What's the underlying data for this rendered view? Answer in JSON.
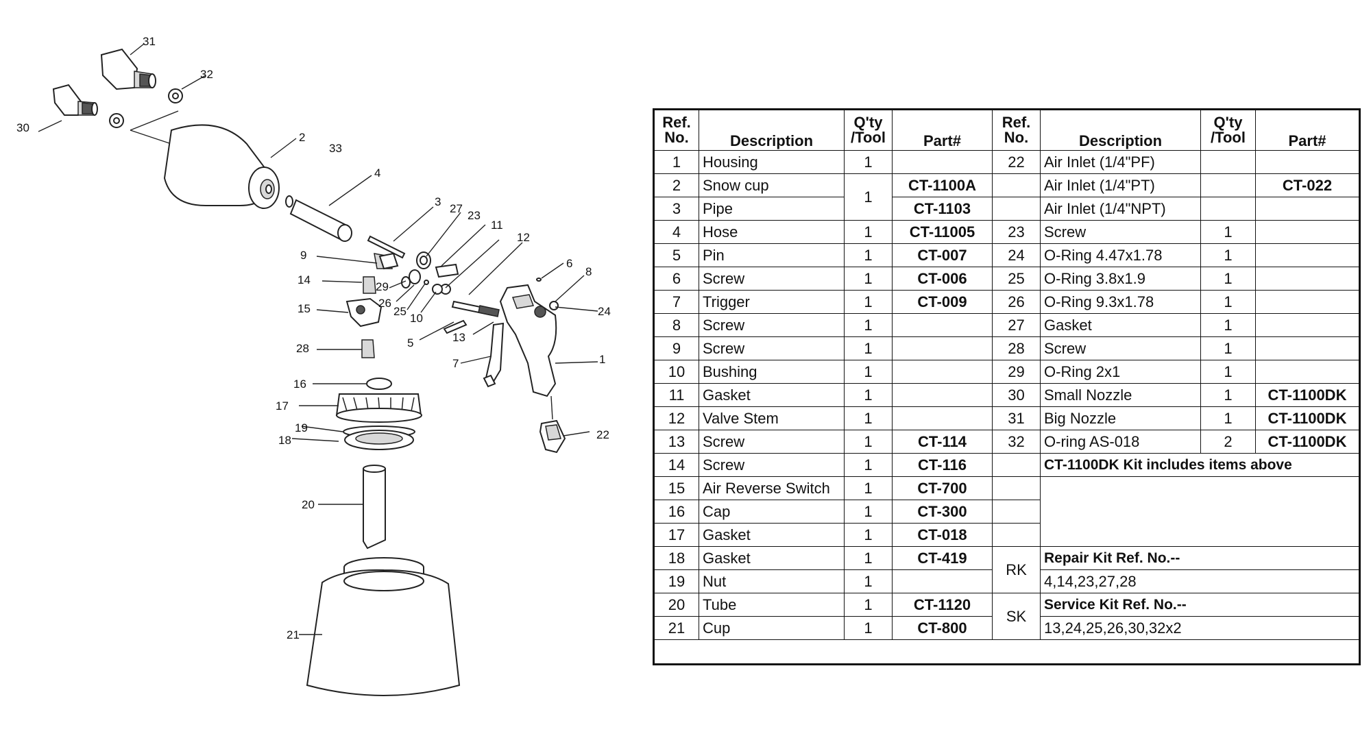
{
  "diagram": {
    "callouts": [
      {
        "id": "30",
        "text": "30"
      },
      {
        "id": "31",
        "text": "31"
      },
      {
        "id": "32",
        "text": "32"
      },
      {
        "id": "2",
        "text": "2"
      },
      {
        "id": "33",
        "text": "33"
      },
      {
        "id": "4",
        "text": "4"
      },
      {
        "id": "3",
        "text": "3"
      },
      {
        "id": "27",
        "text": "27"
      },
      {
        "id": "23",
        "text": "23"
      },
      {
        "id": "11",
        "text": "11"
      },
      {
        "id": "12",
        "text": "12"
      },
      {
        "id": "6",
        "text": "6"
      },
      {
        "id": "8",
        "text": "8"
      },
      {
        "id": "9",
        "text": "9"
      },
      {
        "id": "14",
        "text": "14"
      },
      {
        "id": "29",
        "text": "29"
      },
      {
        "id": "26",
        "text": "26"
      },
      {
        "id": "25",
        "text": "25"
      },
      {
        "id": "10",
        "text": "10"
      },
      {
        "id": "24",
        "text": "24"
      },
      {
        "id": "15",
        "text": "15"
      },
      {
        "id": "5",
        "text": "5"
      },
      {
        "id": "13",
        "text": "13"
      },
      {
        "id": "28",
        "text": "28"
      },
      {
        "id": "7",
        "text": "7"
      },
      {
        "id": "1",
        "text": "1"
      },
      {
        "id": "16",
        "text": "16"
      },
      {
        "id": "17",
        "text": "17"
      },
      {
        "id": "19",
        "text": "19"
      },
      {
        "id": "18",
        "text": "18"
      },
      {
        "id": "22",
        "text": "22"
      },
      {
        "id": "20",
        "text": "20"
      },
      {
        "id": "21",
        "text": "21"
      }
    ]
  },
  "table": {
    "header": {
      "left": {
        "ref": "Ref.\nNo.",
        "desc": "Description",
        "qty": "Q'ty\n/Tool",
        "part": "Part#"
      },
      "right": {
        "ref": "Ref.\nNo.",
        "desc": "Description",
        "qty": "Q'ty\n/Tool",
        "part": "Part#"
      }
    },
    "left_rows": [
      {
        "ref": "1",
        "desc": "Housing",
        "qty": "1",
        "part": ""
      },
      {
        "ref": "2",
        "desc": "Snow cup",
        "qty": "1",
        "part": "CT-1100A"
      },
      {
        "ref": "3",
        "desc": "Pipe",
        "qty": "",
        "part": "CT-1103"
      },
      {
        "ref": "4",
        "desc": "Hose",
        "qty": "1",
        "part": "CT-11005"
      },
      {
        "ref": "5",
        "desc": "Pin",
        "qty": "1",
        "part": "CT-007"
      },
      {
        "ref": "6",
        "desc": "Screw",
        "qty": "1",
        "part": "CT-006"
      },
      {
        "ref": "7",
        "desc": "Trigger",
        "qty": "1",
        "part": "CT-009"
      },
      {
        "ref": "8",
        "desc": "Screw",
        "qty": "1",
        "part": ""
      },
      {
        "ref": "9",
        "desc": "Screw",
        "qty": "1",
        "part": ""
      },
      {
        "ref": "10",
        "desc": "Bushing",
        "qty": "1",
        "part": ""
      },
      {
        "ref": "11",
        "desc": "Gasket",
        "qty": "1",
        "part": ""
      },
      {
        "ref": "12",
        "desc": "Valve Stem",
        "qty": "1",
        "part": ""
      },
      {
        "ref": "13",
        "desc": "Screw",
        "qty": "1",
        "part": "CT-114"
      },
      {
        "ref": "14",
        "desc": "Screw",
        "qty": "1",
        "part": "CT-116"
      },
      {
        "ref": "15",
        "desc": "Air Reverse Switch",
        "qty": "1",
        "part": "CT-700"
      },
      {
        "ref": "16",
        "desc": "Cap",
        "qty": "1",
        "part": "CT-300"
      },
      {
        "ref": "17",
        "desc": "Gasket",
        "qty": "1",
        "part": "CT-018"
      },
      {
        "ref": "18",
        "desc": "Gasket",
        "qty": "1",
        "part": "CT-419"
      },
      {
        "ref": "19",
        "desc": "Nut",
        "qty": "1",
        "part": ""
      },
      {
        "ref": "20",
        "desc": "Tube",
        "qty": "1",
        "part": "CT-1120"
      },
      {
        "ref": "21",
        "desc": "Cup",
        "qty": "1",
        "part": "CT-800"
      }
    ],
    "right_rows": [
      {
        "ref": "22",
        "desc": "Air Inlet (1/4\"PF)",
        "qty": "",
        "part": ""
      },
      {
        "ref": "",
        "desc": "Air Inlet (1/4\"PT)",
        "qty": "",
        "part": "CT-022"
      },
      {
        "ref": "",
        "desc": "Air Inlet (1/4\"NPT)",
        "qty": "",
        "part": ""
      },
      {
        "ref": "23",
        "desc": "Screw",
        "qty": "1",
        "part": ""
      },
      {
        "ref": "24",
        "desc": "O-Ring 4.47x1.78",
        "qty": "1",
        "part": ""
      },
      {
        "ref": "25",
        "desc": "O-Ring 3.8x1.9",
        "qty": "1",
        "part": ""
      },
      {
        "ref": "26",
        "desc": "O-Ring 9.3x1.78",
        "qty": "1",
        "part": ""
      },
      {
        "ref": "27",
        "desc": "Gasket",
        "qty": "1",
        "part": ""
      },
      {
        "ref": "28",
        "desc": "Screw",
        "qty": "1",
        "part": ""
      },
      {
        "ref": "29",
        "desc": "O-Ring 2x1",
        "qty": "1",
        "part": ""
      },
      {
        "ref": "30",
        "desc": "Small Nozzle",
        "qty": "1",
        "part": "CT-1100DK"
      },
      {
        "ref": "31",
        "desc": "Big Nozzle",
        "qty": "1",
        "part": "CT-1100DK"
      },
      {
        "ref": "32",
        "desc": "O-ring AS-018",
        "qty": "2",
        "part": "CT-1100DK"
      }
    ],
    "kit_note": "CT-1100DK Kit includes items above",
    "repair_kit": {
      "ref": "RK",
      "title": "Repair Kit Ref. No.--",
      "items": "4,14,23,27,28"
    },
    "service_kit": {
      "ref": "SK",
      "title": "Service Kit Ref. No.--",
      "items": "13,24,25,26,30,32x2"
    }
  }
}
